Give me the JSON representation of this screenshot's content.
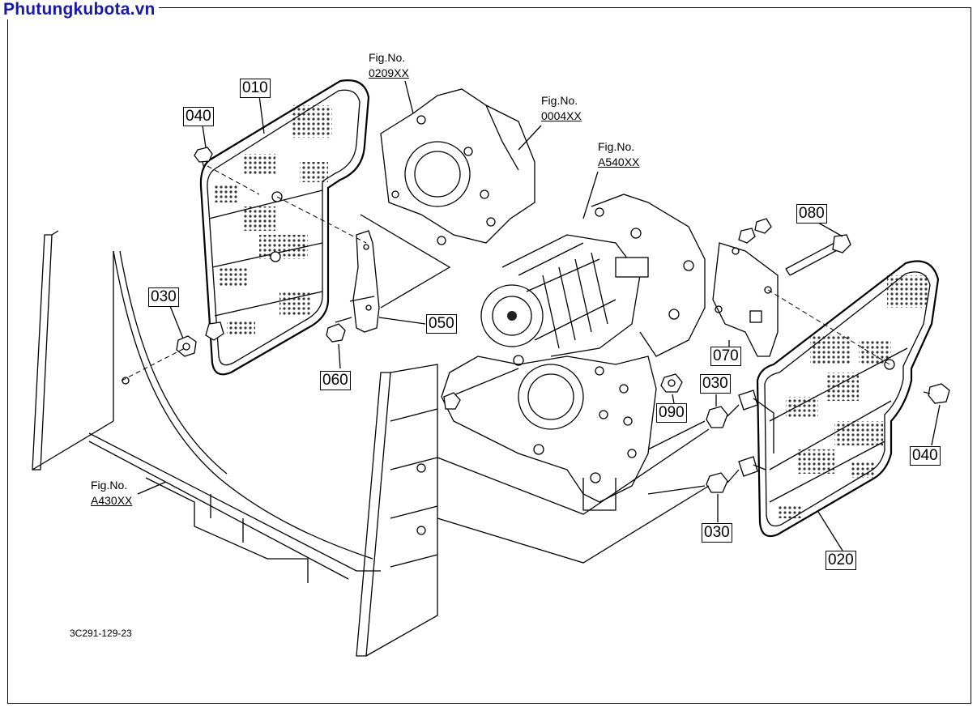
{
  "brand": "Phutungkubota.vn",
  "drawing_code": "3C291-129-23",
  "figure_refs": [
    {
      "title": "Fig.No.",
      "code": "0209XX"
    },
    {
      "title": "Fig.No.",
      "code": "0004XX"
    },
    {
      "title": "Fig.No.",
      "code": "A540XX"
    },
    {
      "title": "Fig.No.",
      "code": "A430XX"
    }
  ],
  "part_labels": [
    "010",
    "040",
    "030",
    "050",
    "060",
    "080",
    "070",
    "090",
    "030",
    "030",
    "040",
    "020"
  ]
}
